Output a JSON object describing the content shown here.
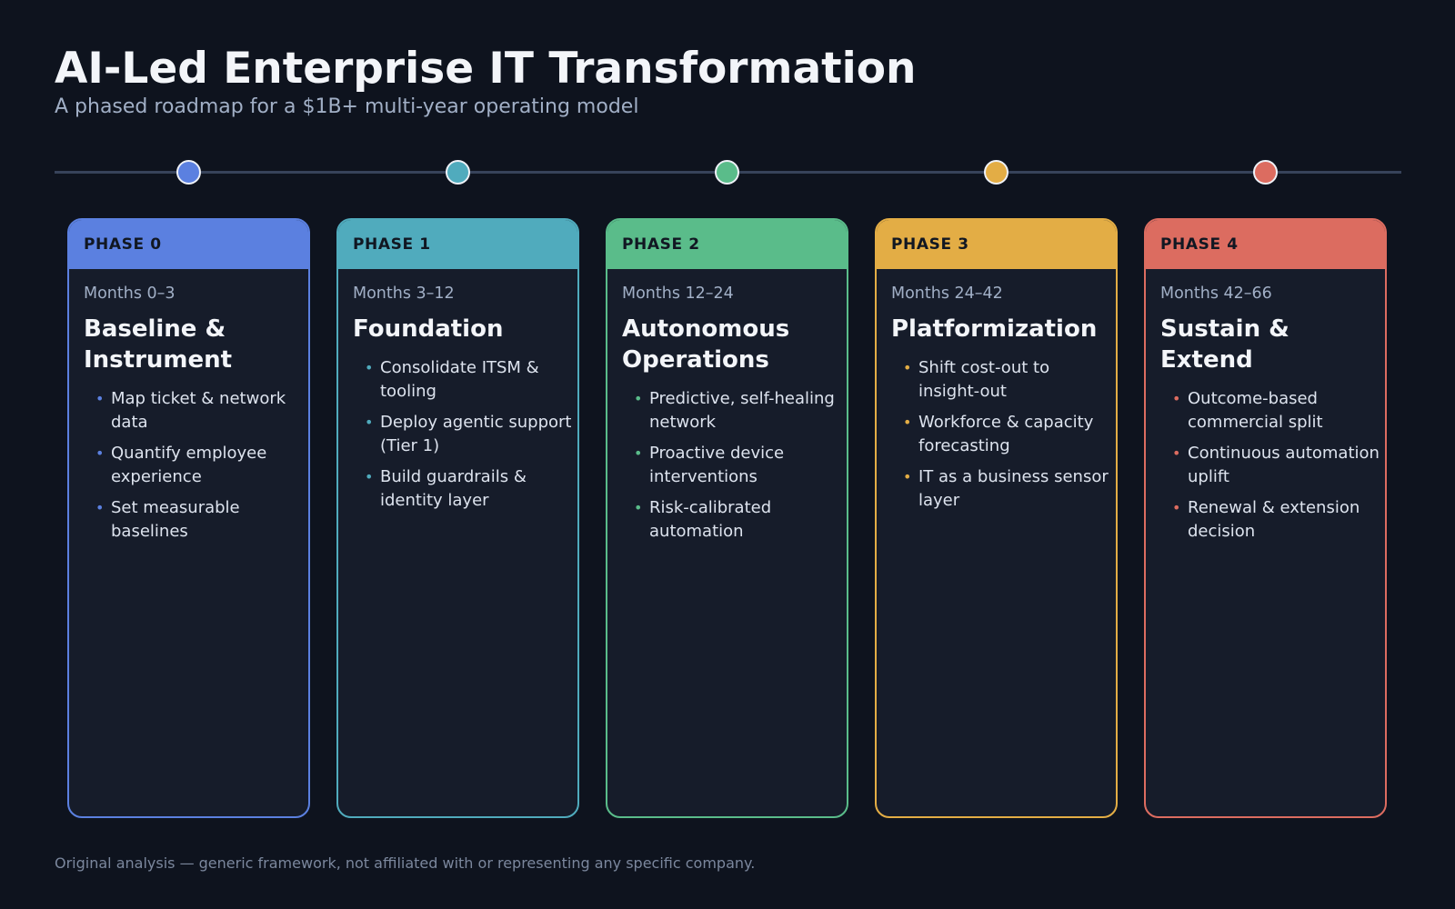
{
  "header": {
    "title": "AI-Led Enterprise IT Transformation",
    "subtitle": "A phased roadmap for a $1B+ multi-year operating model"
  },
  "phases": [
    {
      "label": "PHASE 0",
      "months": "Months 0–3",
      "title_lines": [
        "Baseline &",
        "Instrument"
      ],
      "color": "#5b80e0",
      "items": [
        [
          "Map ticket & network",
          "data"
        ],
        [
          "Quantify employee",
          "experience"
        ],
        [
          "Set measurable",
          "baselines"
        ]
      ]
    },
    {
      "label": "PHASE 1",
      "months": "Months 3–12",
      "title_lines": [
        "Foundation"
      ],
      "color": "#50abbd",
      "items": [
        [
          "Consolidate ITSM &",
          "tooling"
        ],
        [
          "Deploy agentic support",
          "(Tier 1)"
        ],
        [
          "Build guardrails &",
          "identity layer"
        ]
      ]
    },
    {
      "label": "PHASE 2",
      "months": "Months 12–24",
      "title_lines": [
        "Autonomous",
        "Operations"
      ],
      "color": "#5abc8a",
      "items": [
        [
          "Predictive, self-healing",
          "network"
        ],
        [
          "Proactive device",
          "interventions"
        ],
        [
          "Risk-calibrated",
          "automation"
        ]
      ]
    },
    {
      "label": "PHASE 3",
      "months": "Months 24–42",
      "title_lines": [
        "Platformization"
      ],
      "color": "#e3ad45",
      "items": [
        [
          "Shift cost-out to",
          "insight-out"
        ],
        [
          "Workforce & capacity",
          "forecasting"
        ],
        [
          "IT as a business sensor",
          "layer"
        ]
      ]
    },
    {
      "label": "PHASE 4",
      "months": "Months 42–66",
      "title_lines": [
        "Sustain &",
        "Extend"
      ],
      "color": "#dc6c60",
      "items": [
        [
          "Outcome-based",
          "commercial split"
        ],
        [
          "Continuous automation",
          "uplift"
        ],
        [
          "Renewal & extension",
          "decision"
        ]
      ]
    }
  ],
  "bullet_char": "•",
  "footer": "Original analysis — generic framework, not affiliated with or representing any specific company."
}
